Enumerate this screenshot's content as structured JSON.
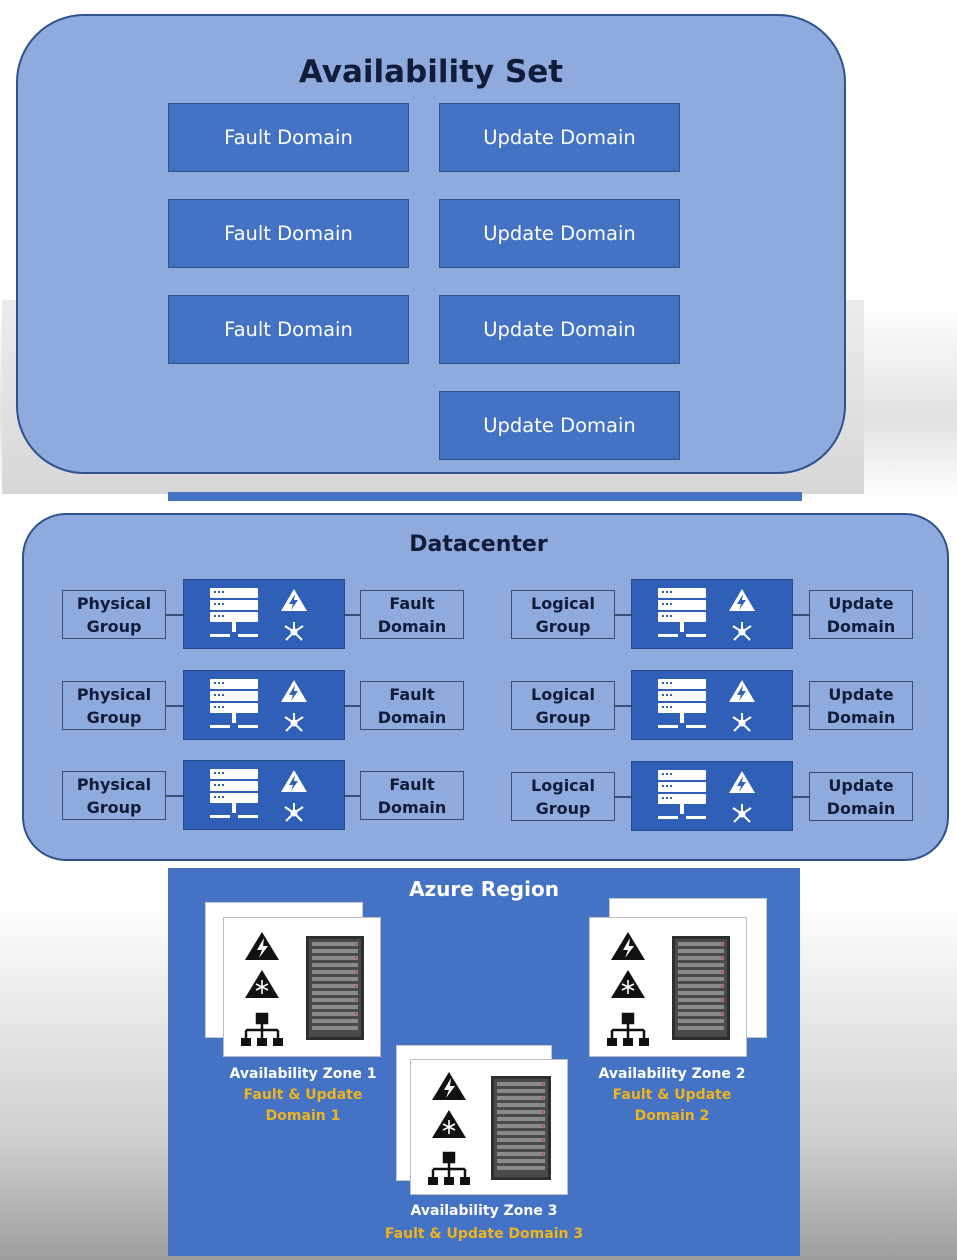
{
  "availability_set": {
    "title": "Availability Set",
    "fault_domains": [
      "Fault Domain",
      "Fault Domain",
      "Fault Domain"
    ],
    "update_domains": [
      "Update Domain",
      "Update Domain",
      "Update Domain",
      "Update Domain"
    ]
  },
  "datacenter": {
    "title": "Datacenter",
    "left_rows": [
      {
        "group_line1": "Physical",
        "group_line2": "Group",
        "domain_line1": "Fault",
        "domain_line2": "Domain"
      },
      {
        "group_line1": "Physical",
        "group_line2": "Group",
        "domain_line1": "Fault",
        "domain_line2": "Domain"
      },
      {
        "group_line1": "Physical",
        "group_line2": "Group",
        "domain_line1": "Fault",
        "domain_line2": "Domain"
      }
    ],
    "right_rows": [
      {
        "group_line1": "Logical",
        "group_line2": "Group",
        "domain_line1": "Update",
        "domain_line2": "Domain"
      },
      {
        "group_line1": "Logical",
        "group_line2": "Group",
        "domain_line1": "Update",
        "domain_line2": "Domain"
      },
      {
        "group_line1": "Logical",
        "group_line2": "Group",
        "domain_line1": "Update",
        "domain_line2": "Domain"
      }
    ],
    "icons": [
      "server-icon",
      "power-icon",
      "network-hub-icon"
    ]
  },
  "azure_region": {
    "title": "Azure Region",
    "zones": [
      {
        "name": "Availability Zone 1",
        "detail_line1": "Fault & Update",
        "detail_line2": "Domain 1"
      },
      {
        "name": "Availability Zone 2",
        "detail_line1": "Fault & Update",
        "detail_line2": "Domain 2"
      },
      {
        "name": "Availability Zone 3",
        "detail_line1": "Fault & Update Domain 3",
        "detail_line2": ""
      }
    ],
    "zone_icons": [
      "power-warning-icon",
      "cooling-warning-icon",
      "network-icon",
      "server-rack-icon"
    ]
  },
  "colors": {
    "light_blue": "#8faadc",
    "mid_blue": "#4472c4",
    "dark_blue": "#2f5fb6",
    "border_blue": "#2f528f",
    "gold": "#f0b41c"
  }
}
